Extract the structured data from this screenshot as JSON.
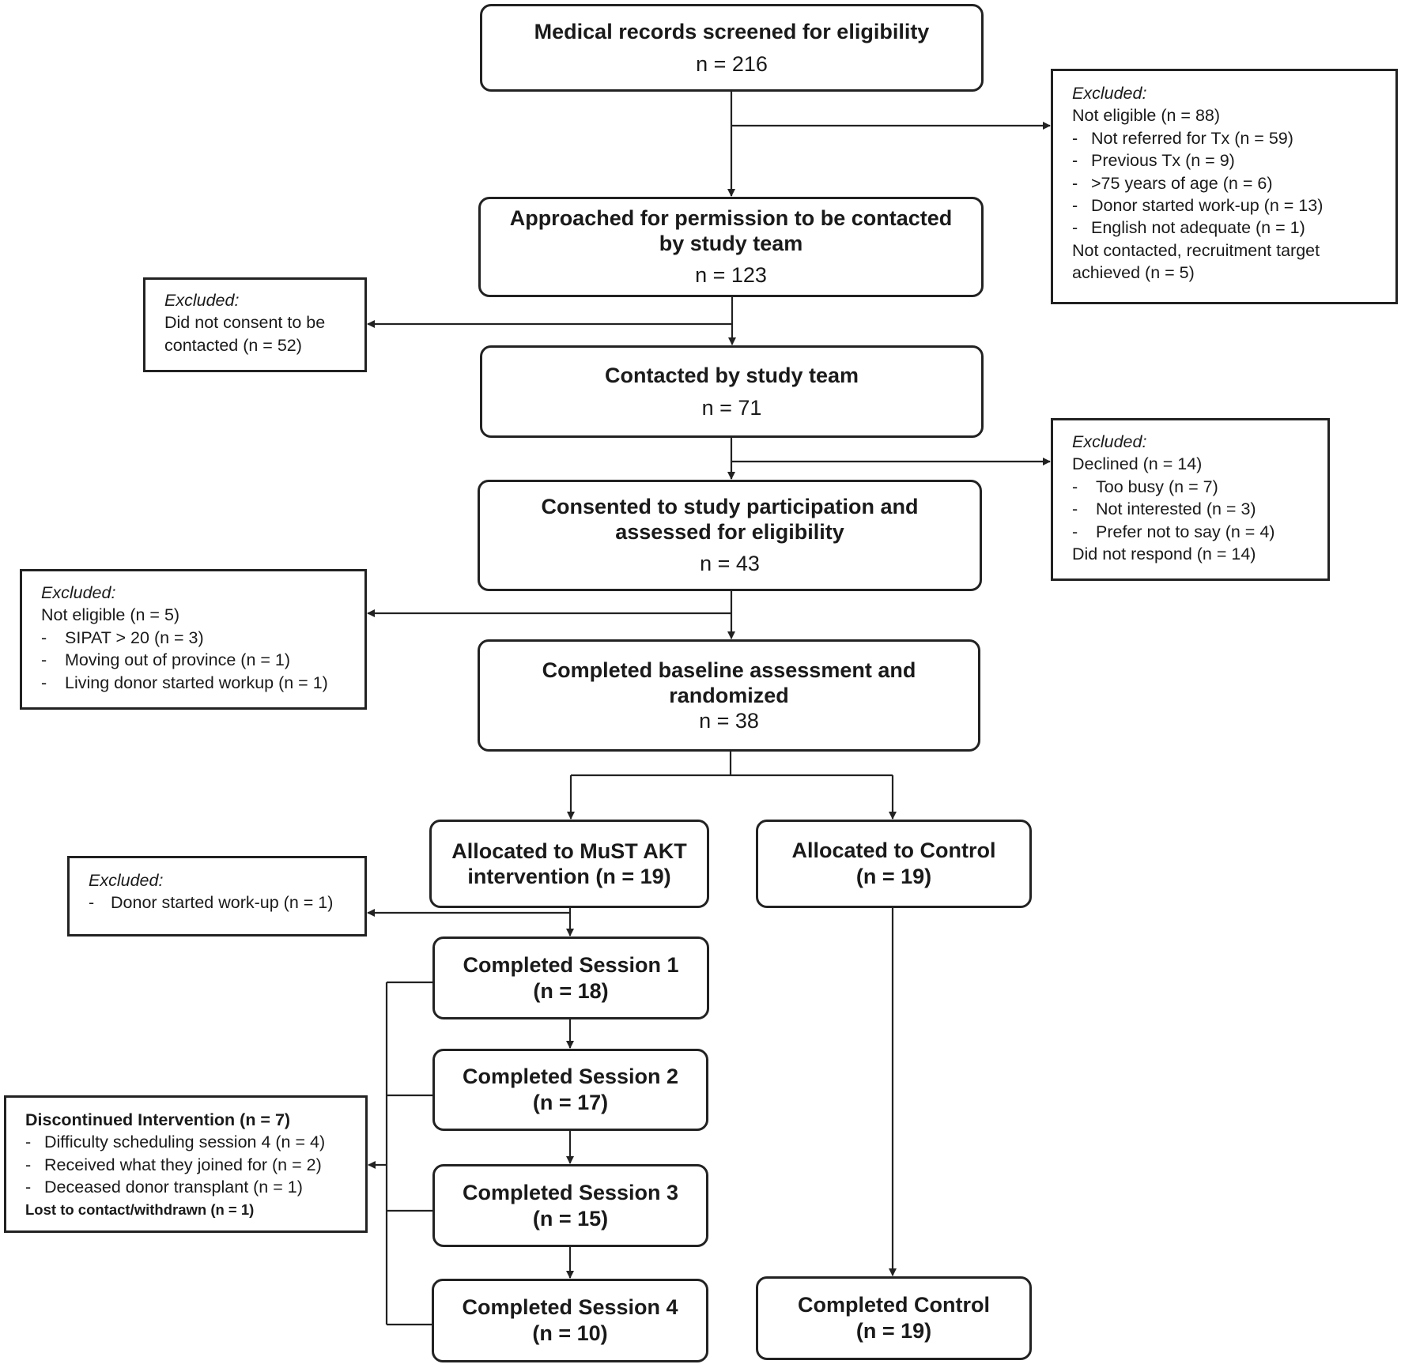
{
  "nodes": {
    "screened": {
      "title": "Medical records screened for eligibility",
      "count": "n = 216"
    },
    "approached": {
      "title": "Approached for permission to be contacted by study team",
      "count": "n = 123"
    },
    "contacted": {
      "title": "Contacted by study team",
      "count": "n = 71"
    },
    "consented": {
      "title": "Consented to study participation and assessed for eligibility",
      "count": "n = 43"
    },
    "randomized": {
      "title": "Completed baseline assessment and randomized",
      "count": "n = 38"
    },
    "alloc_must": {
      "title": "Allocated to MuST AKT intervention (n = 19)"
    },
    "alloc_control": {
      "title": "Allocated to Control",
      "count": "(n = 19)"
    },
    "session1": {
      "title": "Completed Session 1",
      "count": "(n = 18)"
    },
    "session2": {
      "title": "Completed Session 2",
      "count": "(n = 17)"
    },
    "session3": {
      "title": "Completed Session 3",
      "count": "(n = 15)"
    },
    "session4": {
      "title": "Completed Session 4",
      "count": "(n = 10)"
    },
    "completed_control": {
      "title": "Completed Control",
      "count": "(n = 19)"
    }
  },
  "exclusions": {
    "ex1": {
      "header": "Excluded:",
      "lines": [
        {
          "text": "Not eligible (n = 88)"
        },
        {
          "dash": "-",
          "text": "Not referred for Tx (n = 59)"
        },
        {
          "dash": "-",
          "text": "Previous Tx (n = 9)"
        },
        {
          "dash": "-",
          "text": ">75 years of age (n = 6)"
        },
        {
          "dash": "-",
          "text": "Donor started work-up (n = 13)"
        },
        {
          "dash": "-",
          "text": "English not adequate (n = 1)"
        },
        {
          "text": "Not contacted, recruitment target"
        },
        {
          "text": "achieved (n = 5)"
        }
      ]
    },
    "ex2": {
      "header": "Excluded:",
      "lines": [
        {
          "text": "Did not consent to be"
        },
        {
          "text": "contacted (n = 52)"
        }
      ]
    },
    "ex3": {
      "header": "Excluded:",
      "lines": [
        {
          "text": "Declined (n = 14)"
        },
        {
          "dash": "-",
          "text": "Too busy (n = 7)"
        },
        {
          "dash": "-",
          "text": "Not interested (n = 3)"
        },
        {
          "dash": "-",
          "text": "Prefer not to say (n = 4)"
        },
        {
          "text": "Did not respond (n = 14)"
        }
      ]
    },
    "ex4": {
      "header": "Excluded:",
      "lines": [
        {
          "text": "Not eligible (n = 5)"
        },
        {
          "dash": "-",
          "text": "SIPAT > 20 (n = 3)"
        },
        {
          "dash": "-",
          "text": "Moving out of province (n = 1)"
        },
        {
          "dash": "-",
          "text": "Living donor started workup (n = 1)"
        }
      ]
    },
    "ex5": {
      "header": "Excluded:",
      "lines": [
        {
          "dash": "-",
          "text": "Donor started work-up (n = 1)"
        }
      ]
    },
    "discontinued": {
      "header": "Discontinued Intervention (n = 7)",
      "lines": [
        {
          "dash": "-",
          "text": "Difficulty scheduling session 4 (n = 4)"
        },
        {
          "dash": "-",
          "text": "Received what they joined for (n = 2)"
        },
        {
          "dash": "-",
          "text": "Deceased donor transplant (n = 1)"
        }
      ],
      "footer": "Lost to contact/withdrawn (n = 1)"
    }
  }
}
